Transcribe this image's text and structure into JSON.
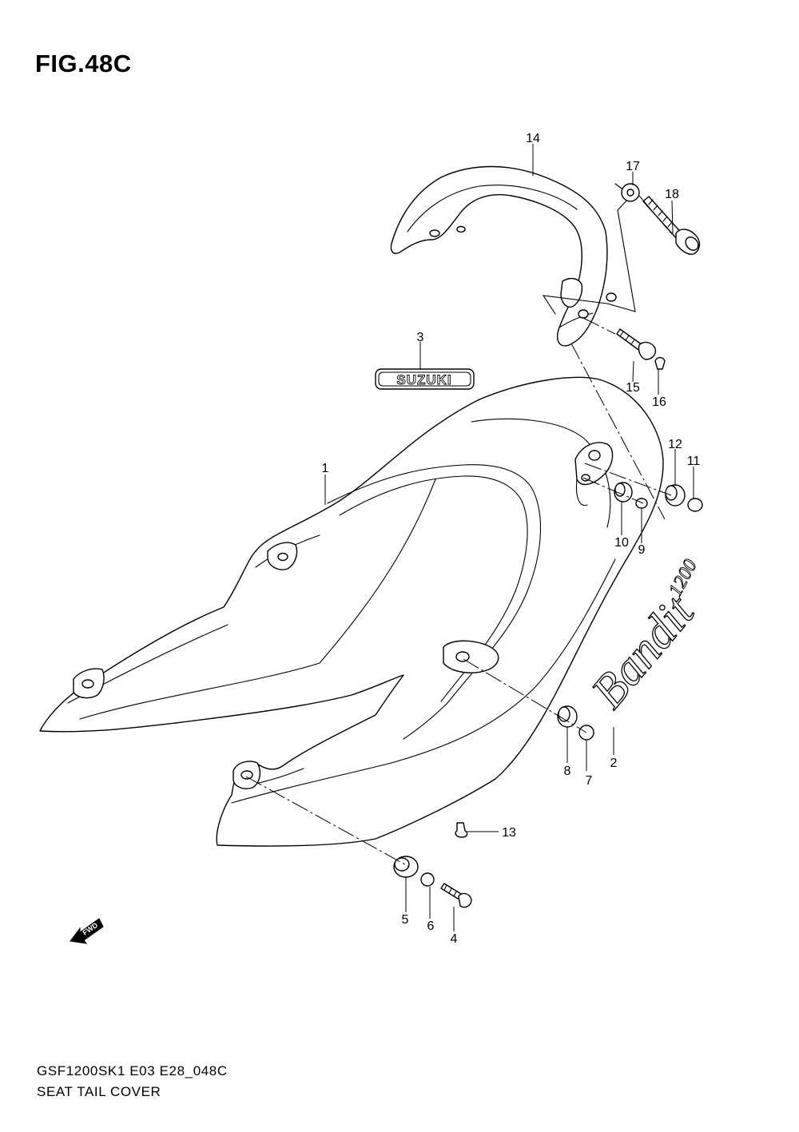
{
  "figure": {
    "title": "FIG.48C",
    "model_code": "GSF1200SK1 E03 E28_048C",
    "caption": "SEAT TAIL COVER"
  },
  "emblems": {
    "suzuki": "SUZUKI",
    "bandit": "Bandit",
    "bandit_size": "1200",
    "fwd": "FWD"
  },
  "callouts": {
    "c1": "1",
    "c2": "2",
    "c3": "3",
    "c4": "4",
    "c5": "5",
    "c6": "6",
    "c7": "7",
    "c8": "8",
    "c9": "9",
    "c10": "10",
    "c11": "11",
    "c12": "12",
    "c13": "13",
    "c14": "14",
    "c15": "15",
    "c16": "16",
    "c17": "17",
    "c18": "18"
  }
}
